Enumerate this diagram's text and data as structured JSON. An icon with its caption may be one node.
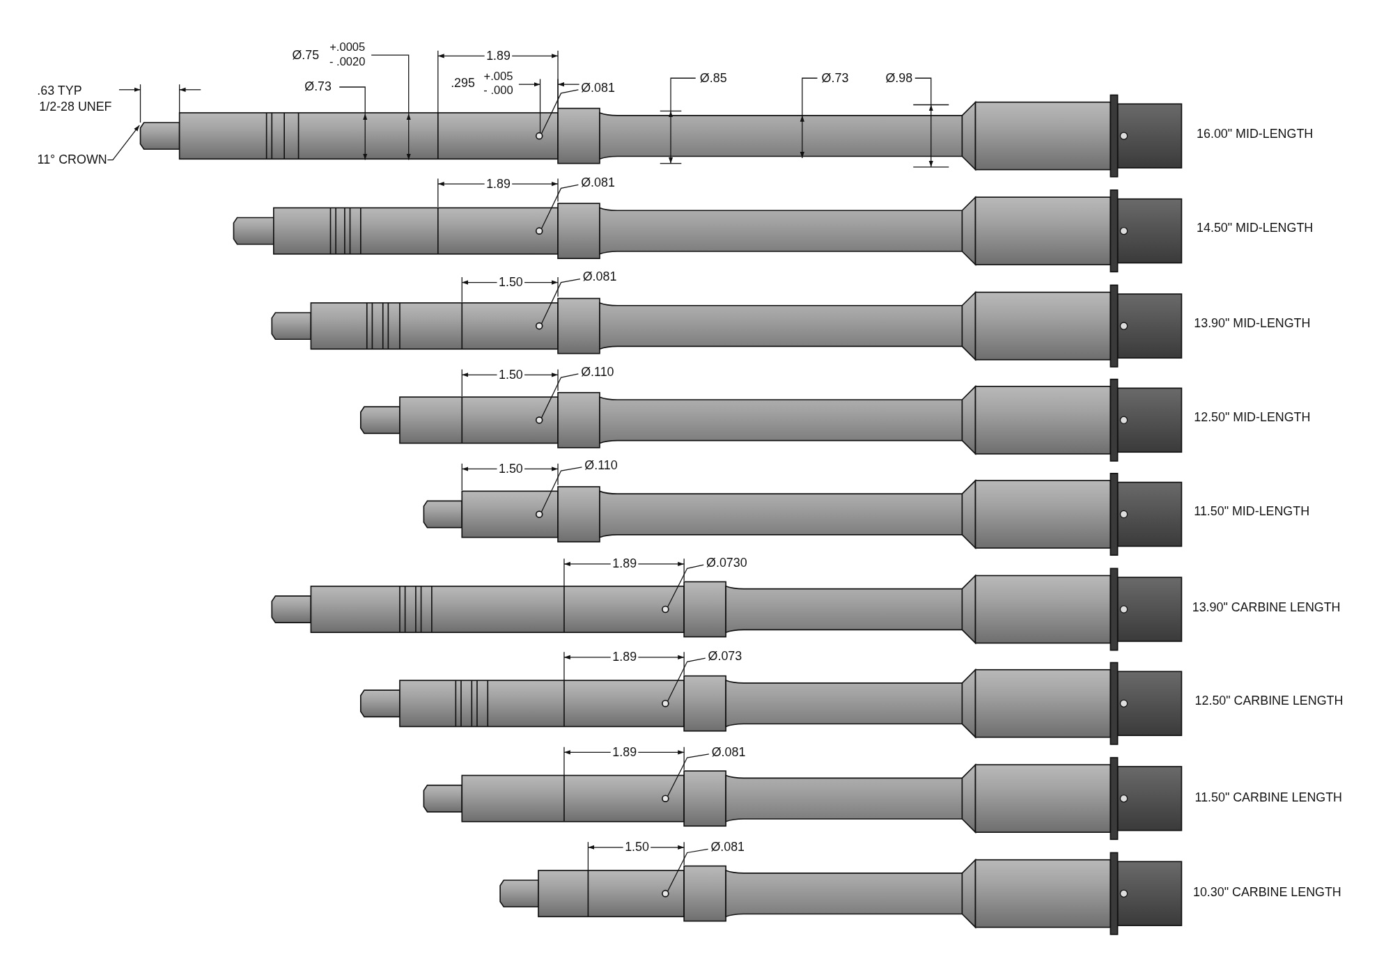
{
  "diagram": {
    "nodes": [
      {
        "text": [
          "11° CROWN"
        ]
      },
      {
        "text": [
          "Ø.081"
        ]
      },
      {
        "text": [],
        "shape": "circle"
      },
      {
        "text": [
          "Ø.081"
        ]
      },
      {
        "text": [],
        "shape": "circle"
      },
      {
        "text": [
          "Ø.081"
        ]
      },
      {
        "text": [],
        "shape": "circle"
      },
      {
        "text": [
          "Ø.110"
        ]
      },
      {
        "text": [],
        "shape": "circle"
      },
      {
        "text": [
          "Ø.110"
        ]
      },
      {
        "text": [],
        "shape": "circle"
      },
      {
        "text": [
          "Ø.0730"
        ]
      },
      {
        "text": [],
        "shape": "circle"
      },
      {
        "text": [
          "Ø.073"
        ]
      },
      {
        "text": [],
        "shape": "circle"
      },
      {
        "text": [
          "Ø.081"
        ]
      },
      {
        "text": [],
        "shape": "circle"
      },
      {
        "text": [
          "Ø.081"
        ]
      },
      {
        "text": [],
        "shape": "circle"
      }
    ],
    "edges": [
      {
        "from": 0,
        "to": null,
        "arrow": "to"
      },
      {
        "from": 1,
        "to": 2,
        "arrow": "none"
      },
      {
        "from": 3,
        "to": 4,
        "arrow": "none"
      },
      {
        "from": 5,
        "to": 6,
        "arrow": "none"
      },
      {
        "from": 7,
        "to": 8,
        "arrow": "none"
      },
      {
        "from": 9,
        "to": 10,
        "arrow": "none"
      },
      {
        "from": 11,
        "to": 12,
        "arrow": "none"
      },
      {
        "from": 13,
        "to": 14,
        "arrow": "none"
      },
      {
        "from": 15,
        "to": 16,
        "arrow": "none"
      },
      {
        "from": 17,
        "to": 18,
        "arrow": "none"
      }
    ],
    "labels": [
      ".63 TYP",
      "1/2-28 UNEF",
      "Ø.75",
      "+.0005",
      "- .0020",
      "Ø.73",
      "1.89",
      ".295",
      "+.005",
      "- .000",
      "Ø.85",
      "Ø.73",
      "Ø.98",
      "16.00\" MID-LENGTH",
      "1.89",
      "14.50\" MID-LENGTH",
      "1.50",
      "13.90\" MID-LENGTH",
      "1.50",
      "12.50\" MID-LENGTH",
      "1.50",
      "11.50\" MID-LENGTH",
      "1.89",
      "13.90\" CARBINE LENGTH",
      "1.89",
      "12.50\" CARBINE LENGTH",
      "1.89",
      "11.50\" CARBINE LENGTH",
      "1.50",
      "10.30\" CARBINE LENGTH"
    ]
  }
}
